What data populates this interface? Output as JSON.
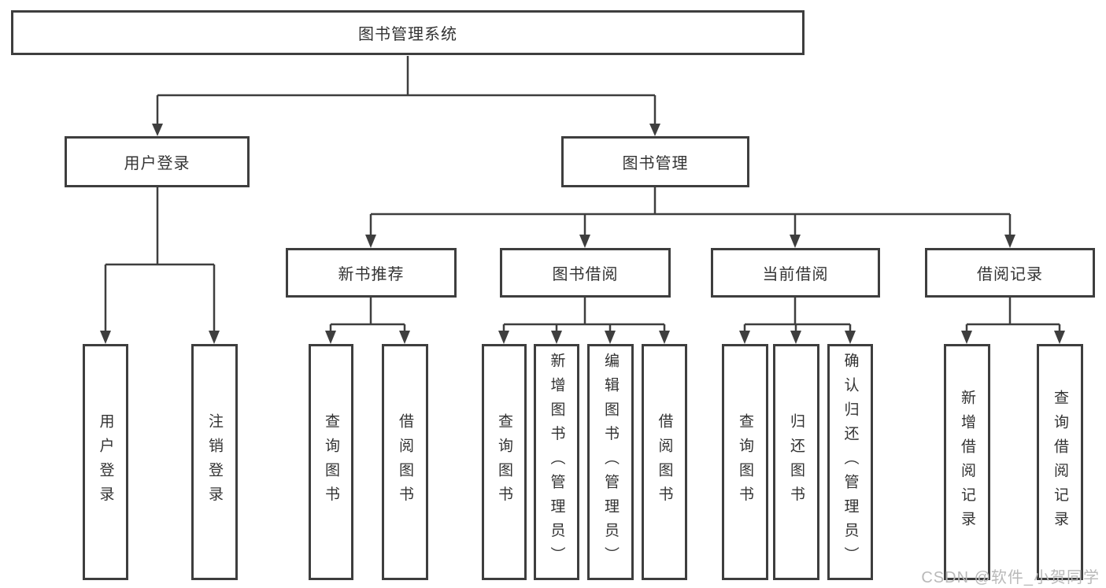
{
  "diagram": {
    "root": {
      "label": "图书管理系统"
    },
    "level2": [
      {
        "id": "user-login",
        "label": "用户登录"
      },
      {
        "id": "book-management",
        "label": "图书管理"
      }
    ],
    "level3": [
      {
        "id": "new-book-recommend",
        "label": "新书推荐",
        "parent": "图书管理"
      },
      {
        "id": "book-borrowing",
        "label": "图书借阅",
        "parent": "图书管理"
      },
      {
        "id": "current-borrowing",
        "label": "当前借阅",
        "parent": "图书管理"
      },
      {
        "id": "borrowing-records",
        "label": "借阅记录",
        "parent": "图书管理"
      }
    ],
    "leaves": [
      {
        "label": "用户登录",
        "parent": "用户登录"
      },
      {
        "label": "注销登录",
        "parent": "用户登录"
      },
      {
        "label": "查询图书",
        "parent": "新书推荐"
      },
      {
        "label": "借阅图书",
        "parent": "新书推荐"
      },
      {
        "label": "查询图书",
        "parent": "图书借阅"
      },
      {
        "label": "新增图书（管理员）",
        "parent": "图书借阅"
      },
      {
        "label": "编辑图书（管理员）",
        "parent": "图书借阅"
      },
      {
        "label": "借阅图书",
        "parent": "图书借阅"
      },
      {
        "label": "查询图书",
        "parent": "当前借阅"
      },
      {
        "label": "归还图书",
        "parent": "当前借阅"
      },
      {
        "label": "确认归还（管理员）",
        "parent": "当前借阅"
      },
      {
        "label": "新增借阅记录",
        "parent": "借阅记录"
      },
      {
        "label": "查询借阅记录",
        "parent": "借阅记录"
      }
    ]
  },
  "watermark": {
    "text": "CSDN @软件_小贺同学",
    "color": "#b9b9b9"
  },
  "colors": {
    "line": "#3e3e3e",
    "box_border": "#3e3e3e",
    "text": "#333333",
    "background": "#ffffff"
  }
}
